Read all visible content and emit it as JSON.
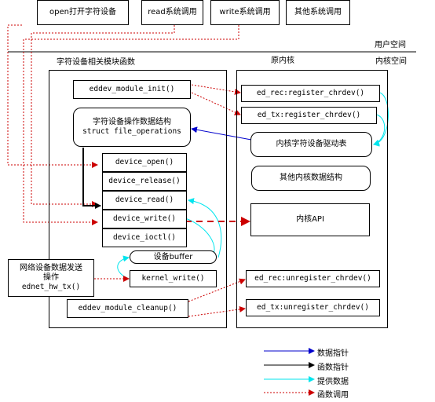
{
  "userspace": {
    "open_call": "open打开字符设备",
    "read_call": "read系统调用",
    "write_call": "write系统调用",
    "other_call": "其他系统调用",
    "label": "用户空间"
  },
  "kernelspace": {
    "label": "内核空间",
    "module_group_title": "字符设备相关模块函数",
    "kernel_group_title": "原内核"
  },
  "module": {
    "init": "eddev_module_init()",
    "fops_title": "字符设备操作数据结构",
    "fops_struct": "struct file_operations",
    "open": "device_open()",
    "release": "device_release()",
    "read": "device_read()",
    "write": "device_write()",
    "ioctl": "device_ioctl()",
    "buffer": "设备buffer",
    "kernel_write": "kernel_write()",
    "cleanup": "eddev_module_cleanup()"
  },
  "network": {
    "line1": "网络设备数据发送",
    "line2": "操作",
    "line3": "ednet_hw_tx()"
  },
  "kernel": {
    "rec_register": "ed_rec:register_chrdev()",
    "tx_register": "ed_tx:register_chrdev()",
    "driver_table": "内核字符设备驱动表",
    "other_structs": "其他内核数据结构",
    "api": "内核API",
    "rec_unregister": "ed_rec:unregister_chrdev()",
    "tx_unregister": "ed_tx:unregister_chrdev()"
  },
  "legend": {
    "items": [
      {
        "label": "数据指针",
        "color": "#0000cc"
      },
      {
        "label": "函数指针",
        "color": "#000000"
      },
      {
        "label": "提供数据",
        "color": "#00e5ee"
      },
      {
        "label": "函数调用",
        "color": "#cc0000"
      }
    ]
  }
}
